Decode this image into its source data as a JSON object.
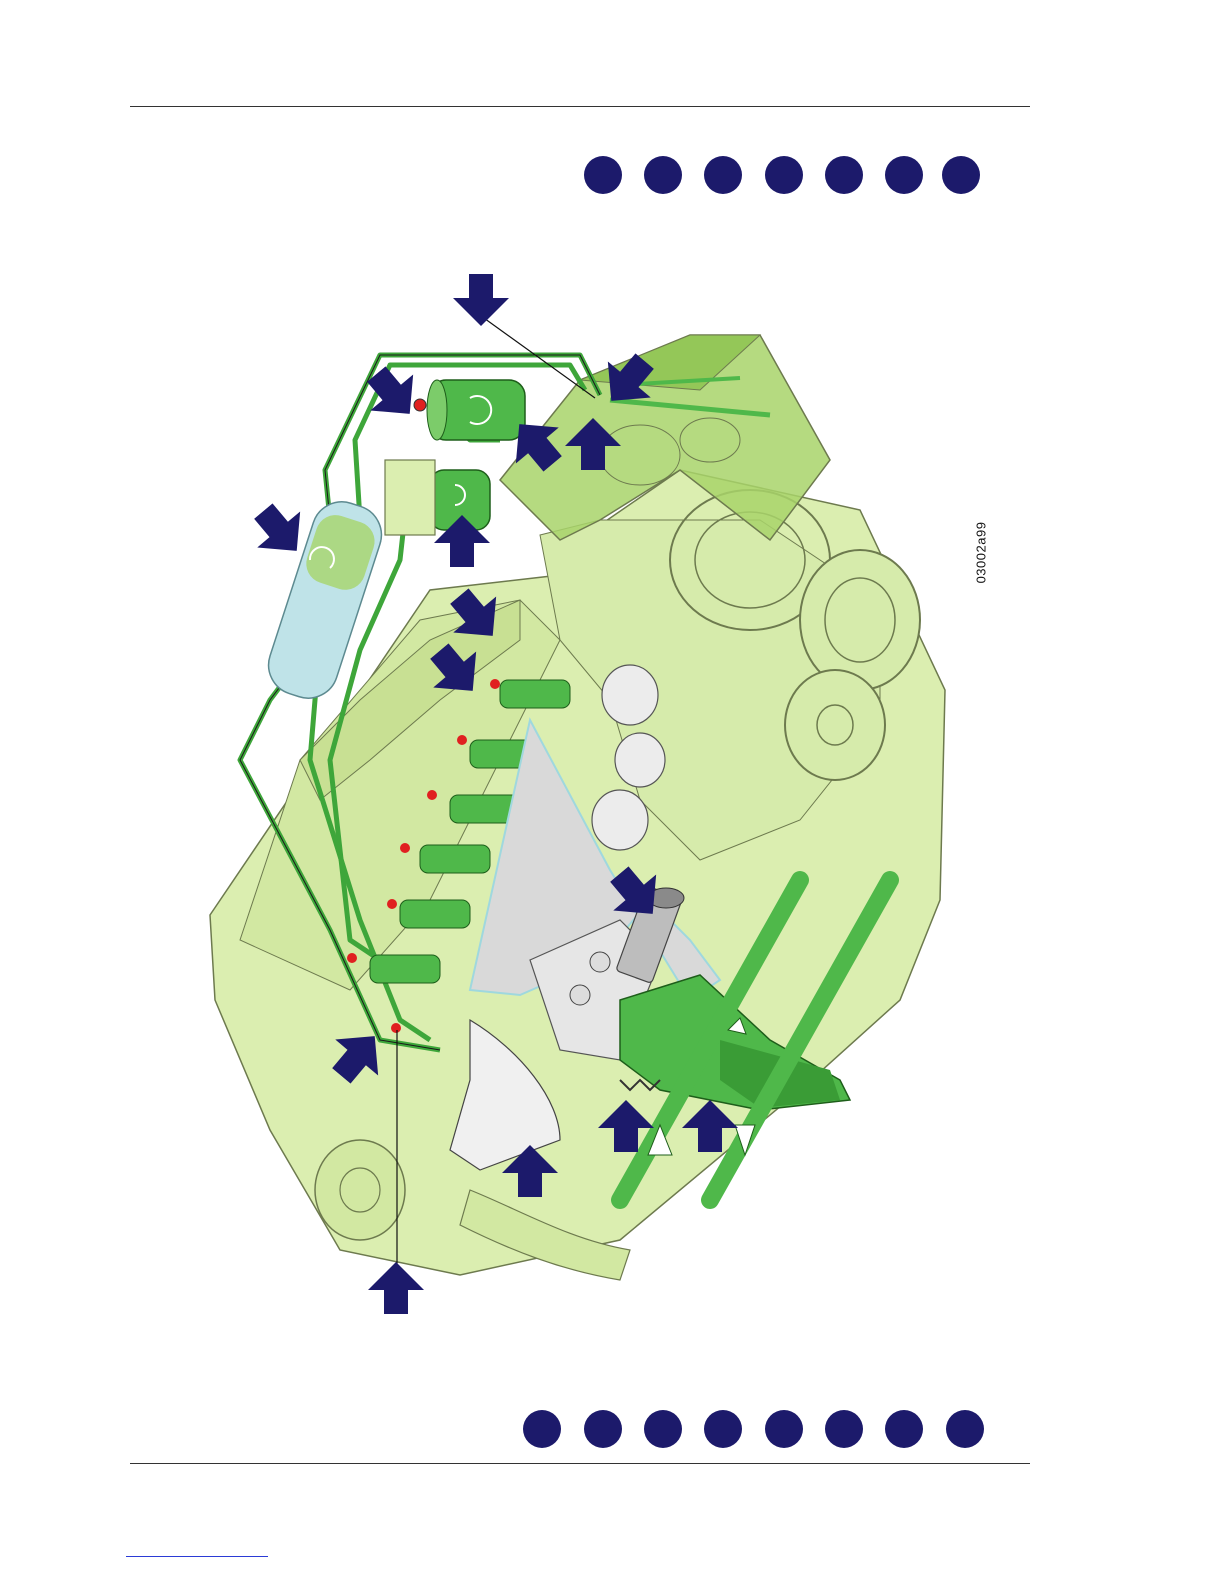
{
  "figure": {
    "id_label": "03002a99"
  },
  "colors": {
    "marker": "#1c1a6b",
    "engine_fill": "#dbeeb0",
    "component_green": "#4fb84a",
    "tank_fill": "#a8d46a",
    "filter_blue": "#bfe3e8",
    "spray_grey": "#d9d9d9"
  },
  "top_dot_row_count": 7,
  "bottom_dot_row_count": 8
}
